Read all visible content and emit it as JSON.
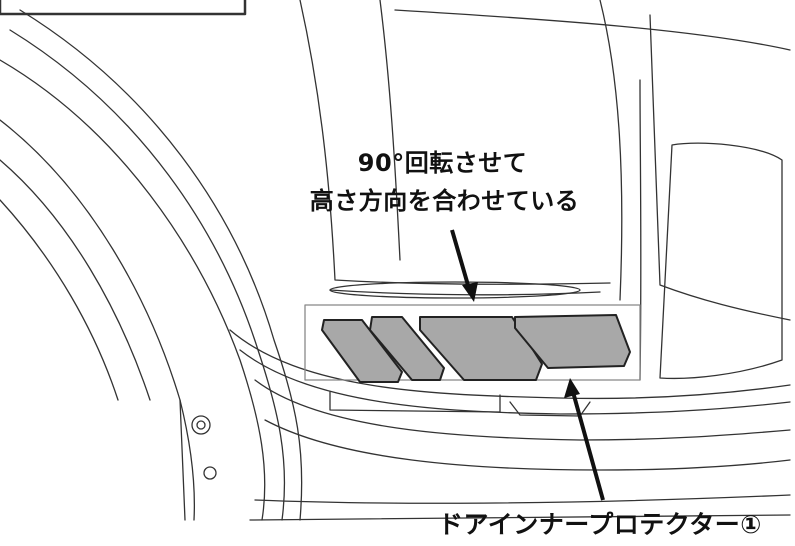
{
  "callout_top": {
    "line1": "90°回転させて",
    "line2": "高さ方向を合わせている"
  },
  "callout_bottom": {
    "text": "ドアインナープロテクター①"
  },
  "colors": {
    "protector_fill": "#a8a8a8",
    "protector_stroke": "#222222",
    "line_art": "#333333",
    "arrow": "#111111"
  }
}
